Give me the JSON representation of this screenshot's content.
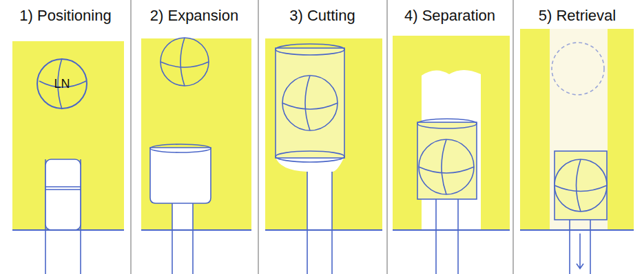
{
  "diagram": {
    "nodes": [
      {
        "text": [
          "LN"
        ]
      }
    ],
    "labels": [
      "1) Positioning",
      "2) Expansion",
      "3) Cutting",
      "4) Separation",
      "5) Retrieval"
    ]
  }
}
